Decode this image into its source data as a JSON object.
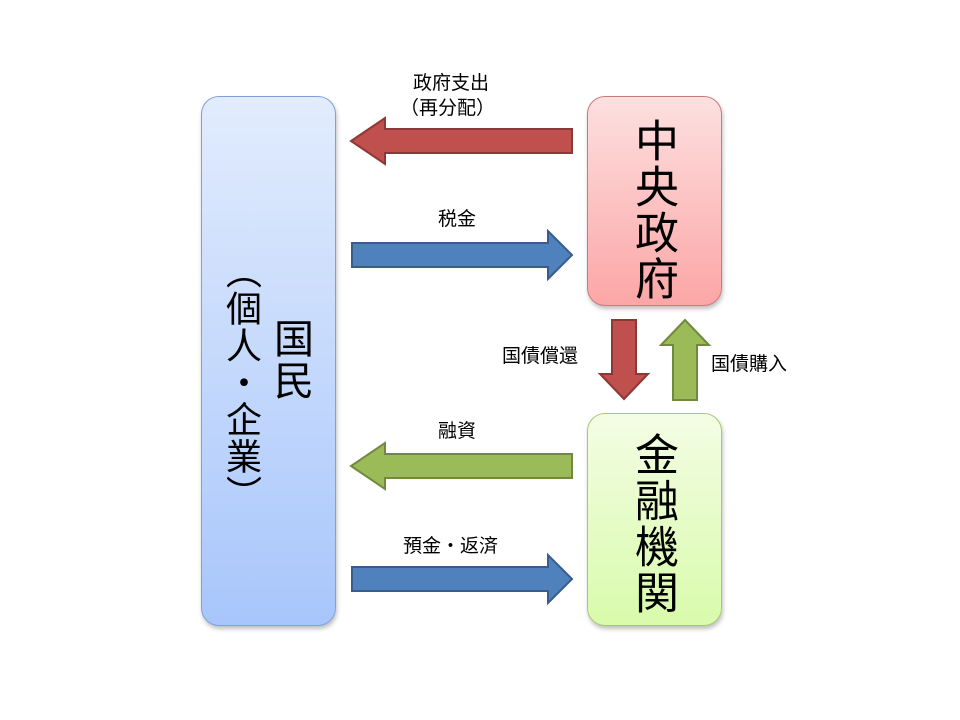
{
  "nodes": {
    "people": {
      "title": "国民",
      "subtitle": "（個人・企業）"
    },
    "government": {
      "title": "中央政府"
    },
    "bank": {
      "title": "金融機関"
    }
  },
  "flows": [
    {
      "id": "gov-spending",
      "from": "government",
      "to": "people",
      "line1": "政府支出",
      "line2": "（再分配）",
      "color": "#c0504d"
    },
    {
      "id": "tax",
      "from": "people",
      "to": "government",
      "line1": "税金",
      "color": "#4f81bd"
    },
    {
      "id": "bond-redemption",
      "from": "government",
      "to": "bank",
      "line1": "国債償還",
      "color": "#c0504d"
    },
    {
      "id": "bond-purchase",
      "from": "bank",
      "to": "government",
      "line1": "国債購入",
      "color": "#9bbb59"
    },
    {
      "id": "loan",
      "from": "bank",
      "to": "people",
      "line1": "融資",
      "color": "#9bbb59"
    },
    {
      "id": "deposit-repayment",
      "from": "people",
      "to": "bank",
      "line1": "預金・返済",
      "color": "#4f81bd"
    }
  ]
}
